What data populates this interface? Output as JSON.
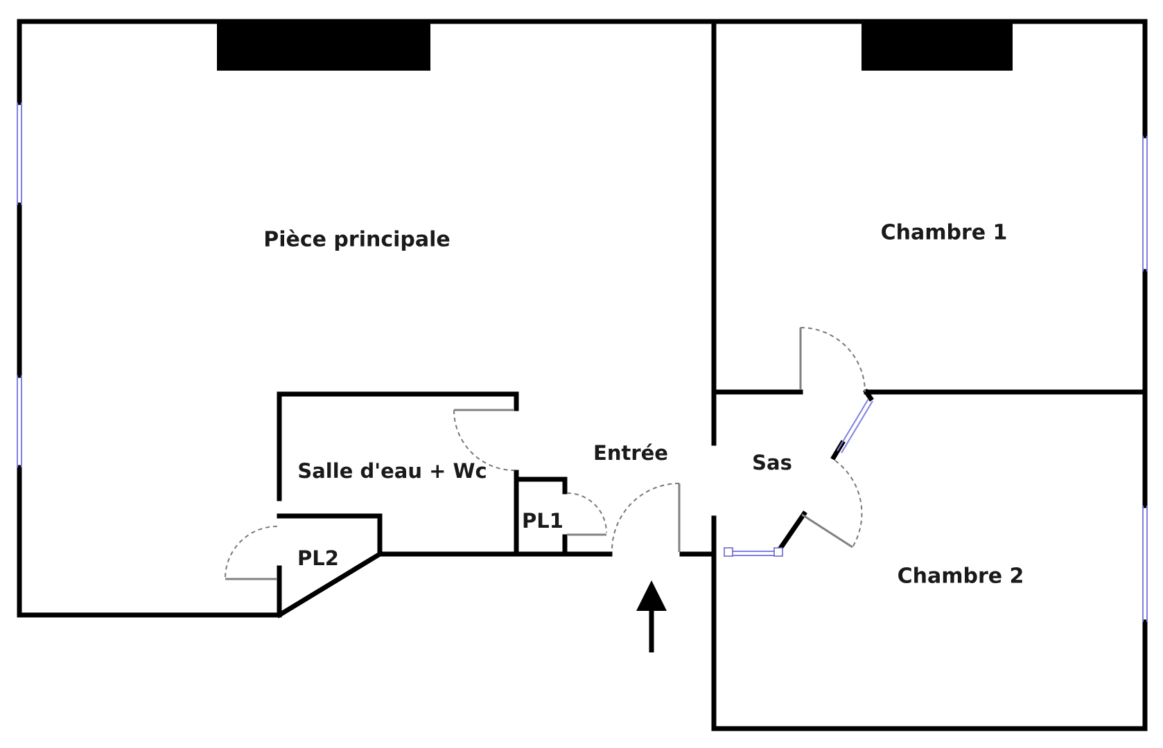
{
  "plan": {
    "colors": {
      "wall": "#000000",
      "window": "#8080e0",
      "door_leaf": "#808080",
      "door_swing": "#777777",
      "background": "#ffffff"
    },
    "rooms": [
      {
        "id": "piece-principale",
        "label": "Pièce principale"
      },
      {
        "id": "chambre-1",
        "label": "Chambre 1"
      },
      {
        "id": "chambre-2",
        "label": "Chambre 2"
      },
      {
        "id": "salle-deau-wc",
        "label": "Salle d'eau + Wc"
      },
      {
        "id": "entree",
        "label": "Entrée"
      },
      {
        "id": "sas",
        "label": "Sas"
      },
      {
        "id": "pl1",
        "label": "PL1"
      },
      {
        "id": "pl2",
        "label": "PL2"
      }
    ],
    "entrance_arrow": "arrow-up-icon"
  }
}
